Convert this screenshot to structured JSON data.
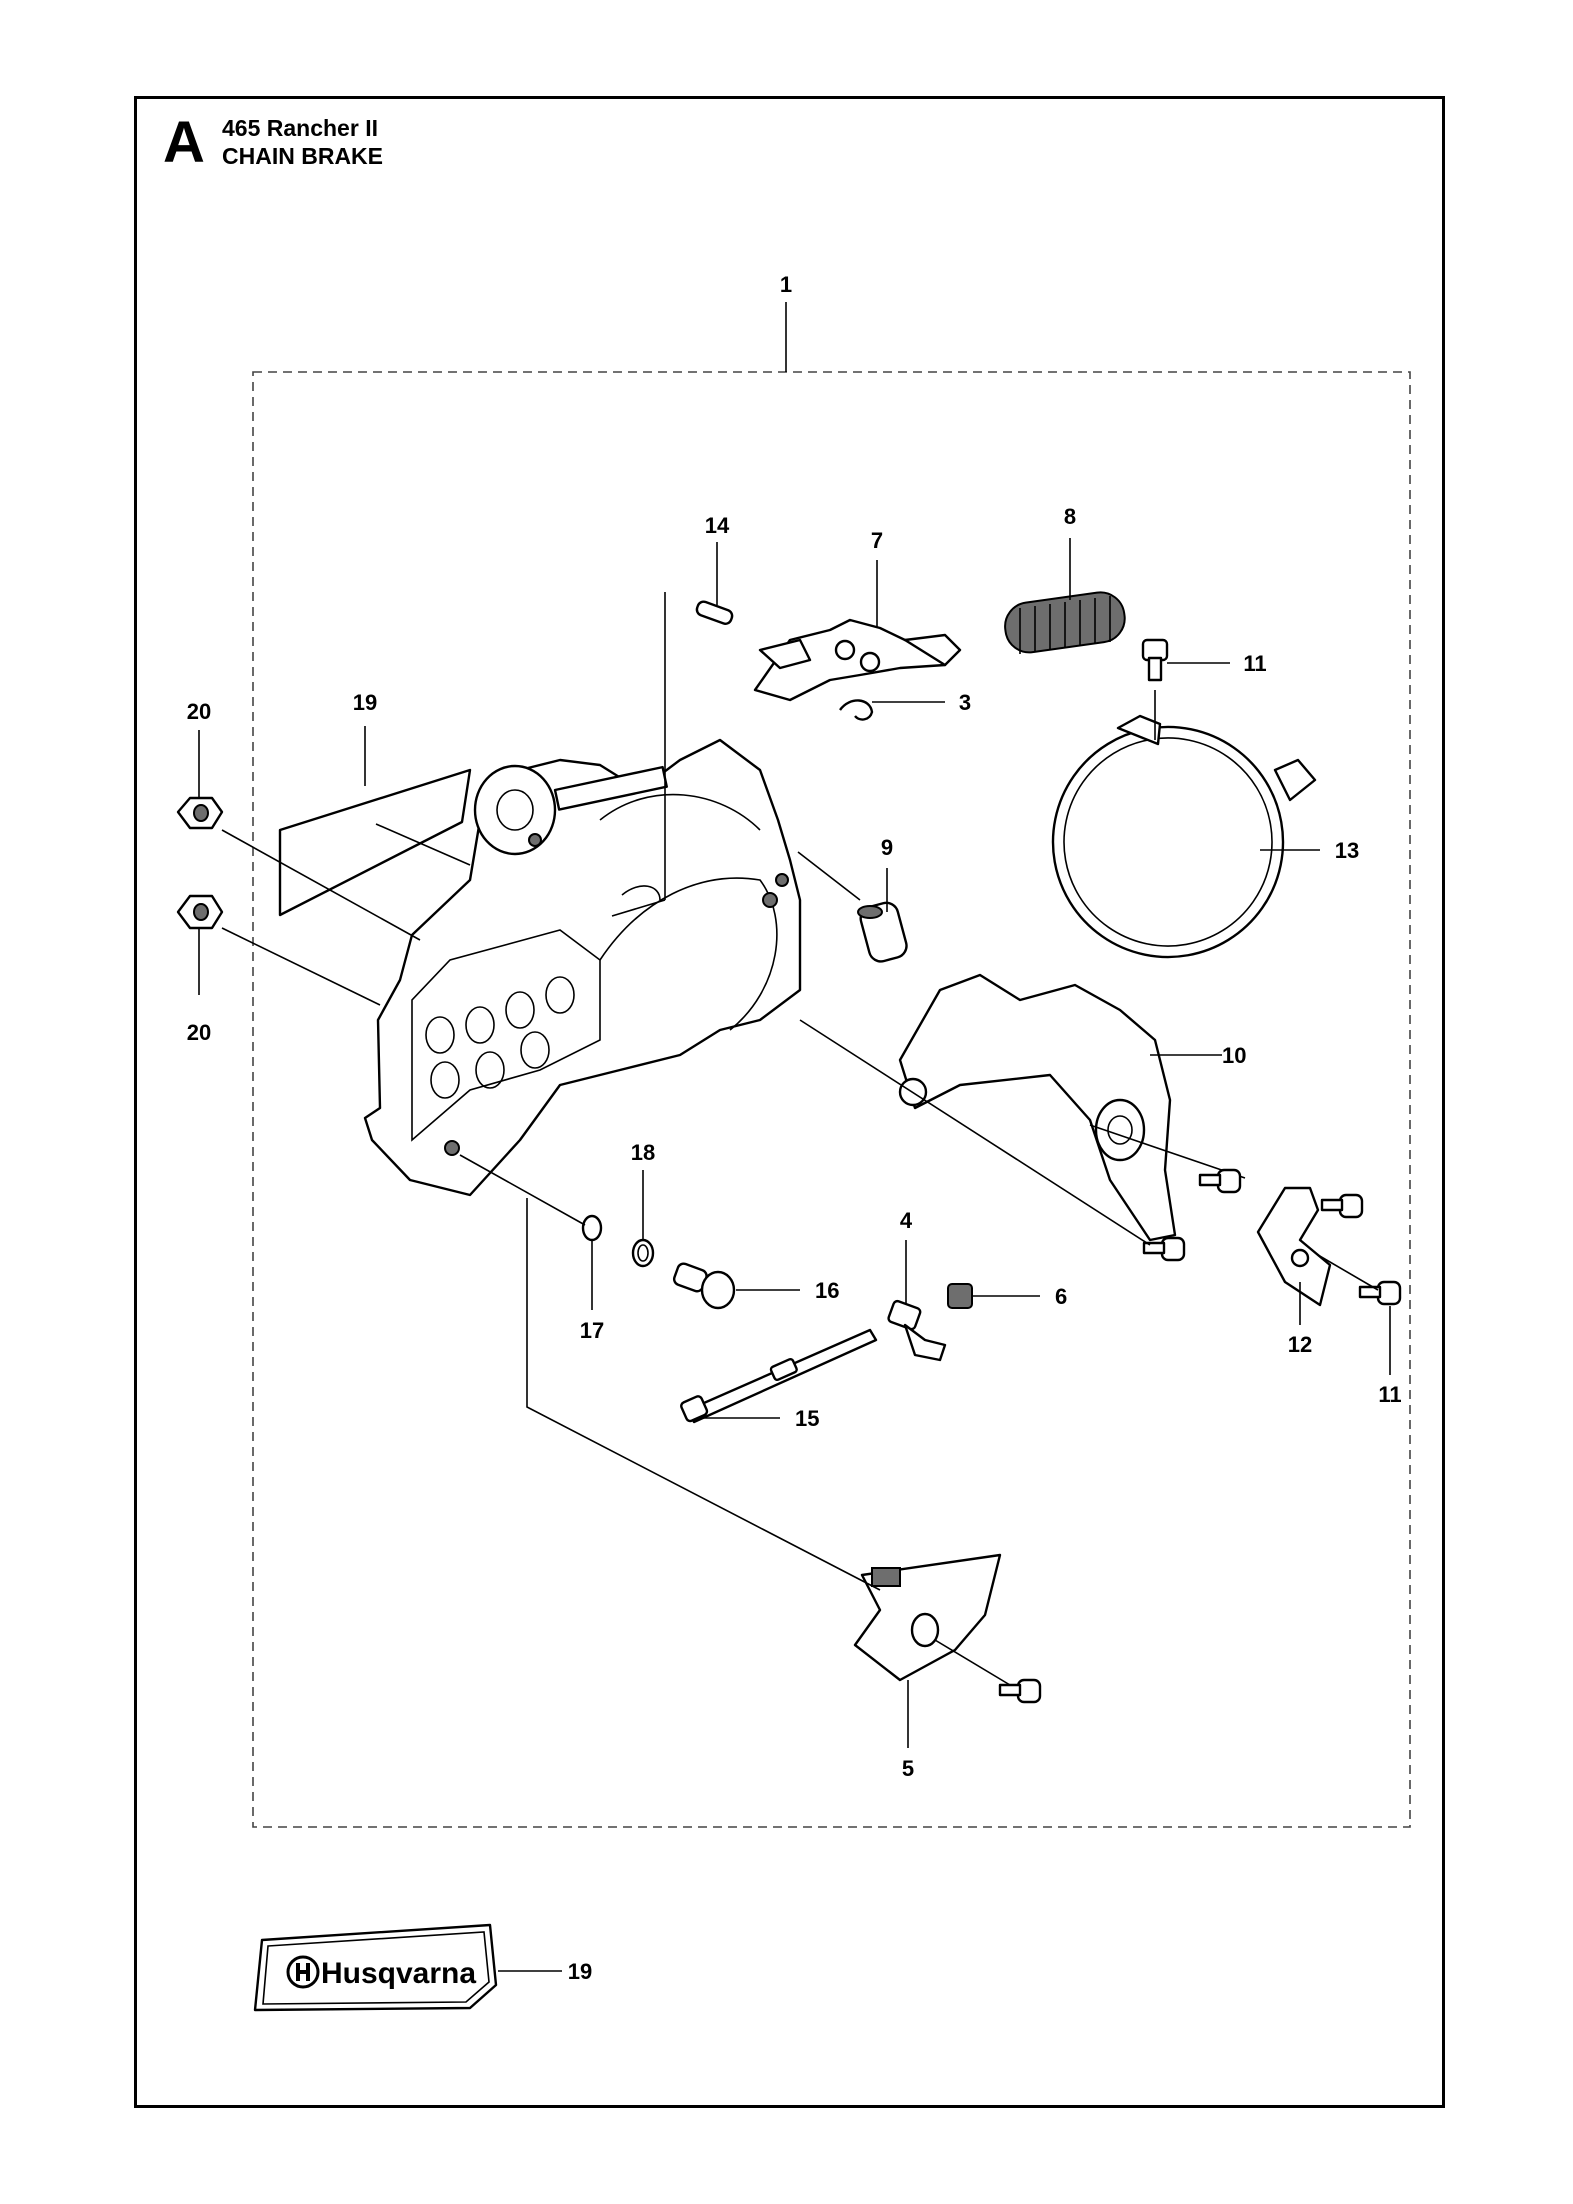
{
  "header": {
    "section_letter": "A",
    "model": "465 Rancher II",
    "assembly": "CHAIN BRAKE"
  },
  "callouts": {
    "c1": "1",
    "c3": "3",
    "c4": "4",
    "c5": "5",
    "c6": "6",
    "c7": "7",
    "c8": "8",
    "c9": "9",
    "c10": "10",
    "c11a": "11",
    "c11b": "11",
    "c12": "12",
    "c13": "13",
    "c14": "14",
    "c15": "15",
    "c16": "16",
    "c17": "17",
    "c18": "18",
    "c19a": "19",
    "c19b": "19",
    "c20a": "20",
    "c20b": "20"
  },
  "decal": {
    "brand": "Husqvarna"
  }
}
